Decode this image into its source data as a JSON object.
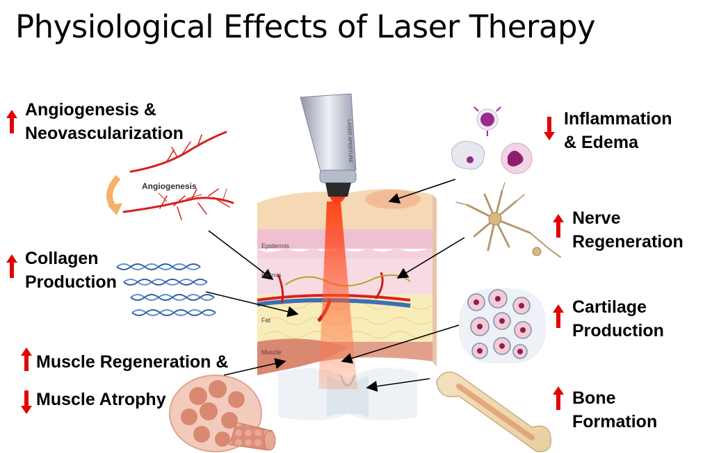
{
  "title": "Physiological Effects of Laser Therapy",
  "effects": {
    "angiogenesis": {
      "line1": "Angiogenesis &",
      "line2": "Neovascularization",
      "direction": "up"
    },
    "collagen": {
      "line1": "Collagen",
      "line2": "Production",
      "direction": "up"
    },
    "muscle_regen": {
      "line1": "Muscle Regeneration &",
      "direction": "up"
    },
    "muscle_atrophy": {
      "line1": "Muscle Atrophy",
      "direction": "down"
    },
    "inflammation": {
      "line1": "Inflammation",
      "line2": "& Edema",
      "direction": "down"
    },
    "nerve": {
      "line1": "Nerve",
      "line2": "Regeneration",
      "direction": "up"
    },
    "cartilage": {
      "line1": "Cartilage",
      "line2": "Production",
      "direction": "up"
    },
    "bone": {
      "line1": "Bone",
      "line2": "Formation",
      "direction": "up"
    }
  },
  "illustration": {
    "angiogenesis_caption": "Angiogenesis",
    "layers": {
      "epidermis": "Epidermis",
      "dermis": "Dermis",
      "fat": "Fat",
      "muscle": "Muscle"
    },
    "probe_text": "LASER APERTURE"
  },
  "colors": {
    "arrow": "#e30000",
    "text": "#000000"
  }
}
